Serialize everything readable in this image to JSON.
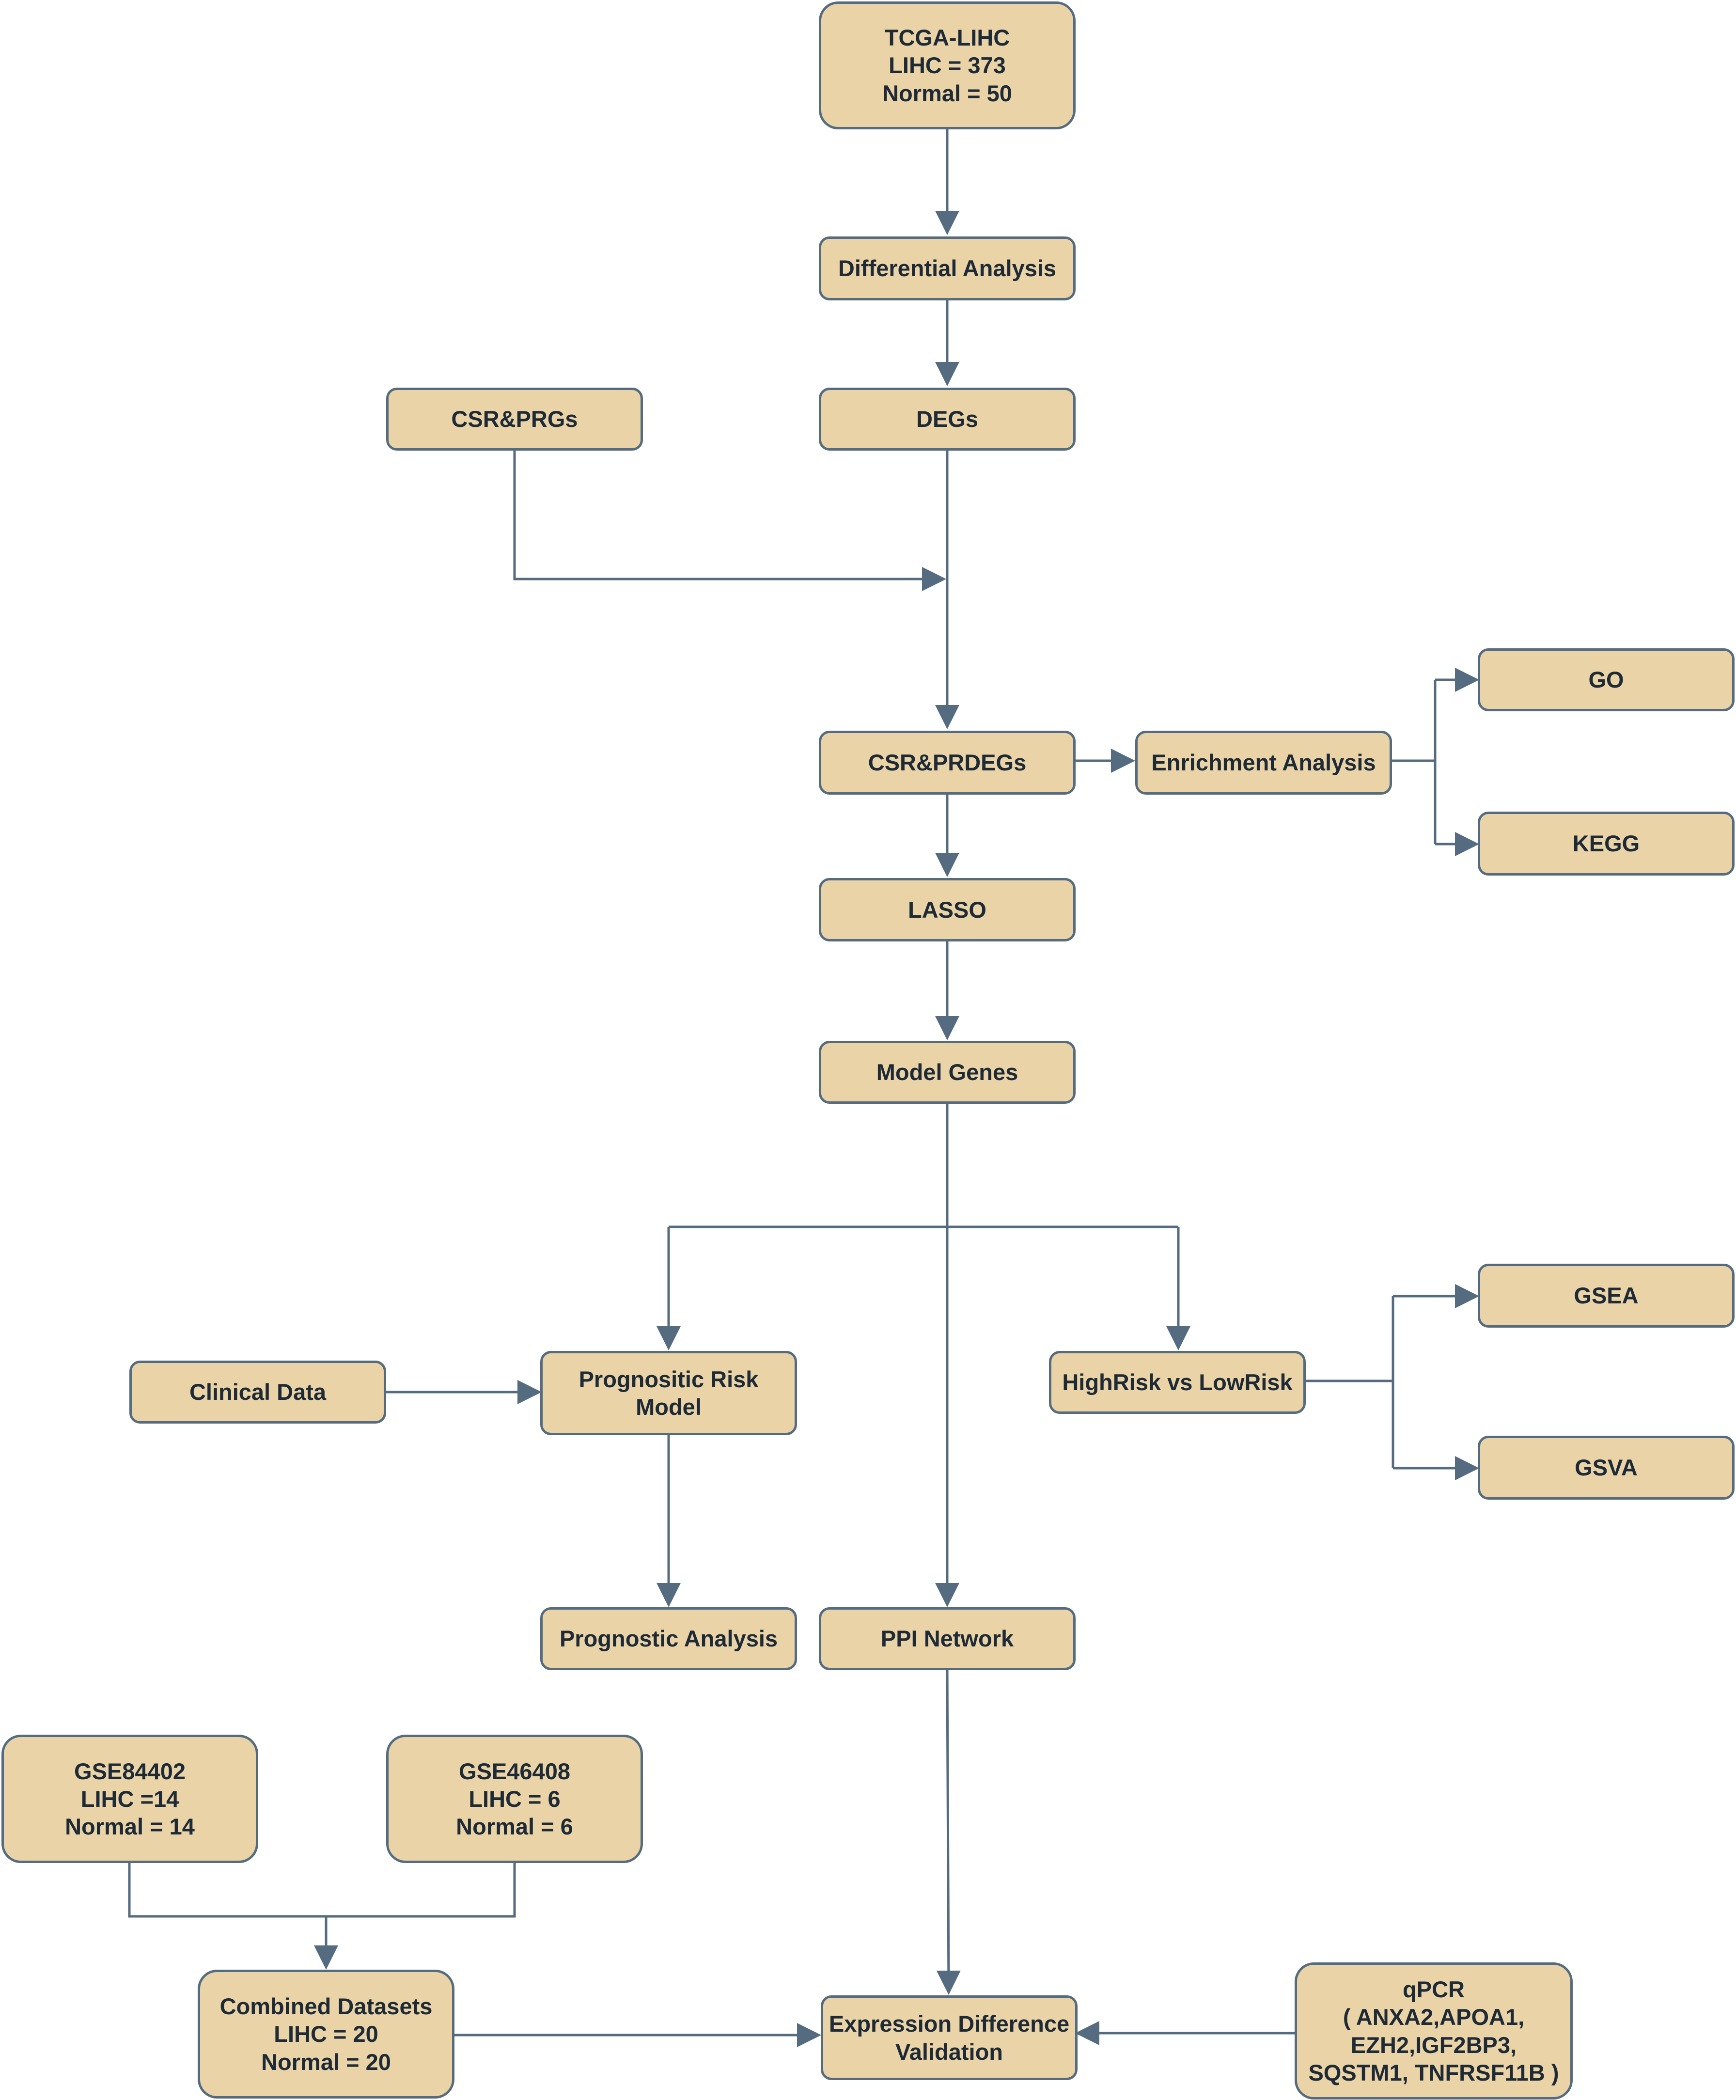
{
  "colors": {
    "node_fill": "#ead4a7",
    "node_border": "#556b7f",
    "connector": "#556b7f",
    "text": "#1e2a36"
  },
  "nodes": {
    "tcga_lihc": [
      "TCGA-LIHC",
      "LIHC = 373",
      "Normal = 50"
    ],
    "differential_analysis": [
      "Differential Analysis"
    ],
    "csr_prgs": [
      "CSR&PRGs"
    ],
    "degs": [
      "DEGs"
    ],
    "csr_prdegs": [
      "CSR&PRDEGs"
    ],
    "enrichment_analysis": [
      "Enrichment Analysis"
    ],
    "go": [
      "GO"
    ],
    "kegg": [
      "KEGG"
    ],
    "lasso": [
      "LASSO"
    ],
    "model_genes": [
      "Model Genes"
    ],
    "clinical_data": [
      "Clinical Data"
    ],
    "prognostic_risk_model": [
      "Prognositic Risk",
      "Model"
    ],
    "highrisk_vs_lowrisk": [
      "HighRisk vs LowRisk"
    ],
    "gsea": [
      "GSEA"
    ],
    "gsva": [
      "GSVA"
    ],
    "prognostic_analysis": [
      "Prognostic Analysis"
    ],
    "ppi_network": [
      "PPI Network"
    ],
    "gse84402": [
      "GSE84402",
      "LIHC =14",
      "Normal = 14"
    ],
    "gse46408": [
      "GSE46408",
      "LIHC = 6",
      "Normal = 6"
    ],
    "combined_datasets": [
      "Combined Datasets",
      "LIHC = 20",
      "Normal = 20"
    ],
    "expression_difference_validation": [
      "Expression Difference",
      "Validation"
    ],
    "qpcr": [
      "qPCR",
      "( ANXA2,APOA1,",
      "EZH2,IGF2BP3,",
      "SQSTM1, TNFRSF11B )"
    ]
  }
}
